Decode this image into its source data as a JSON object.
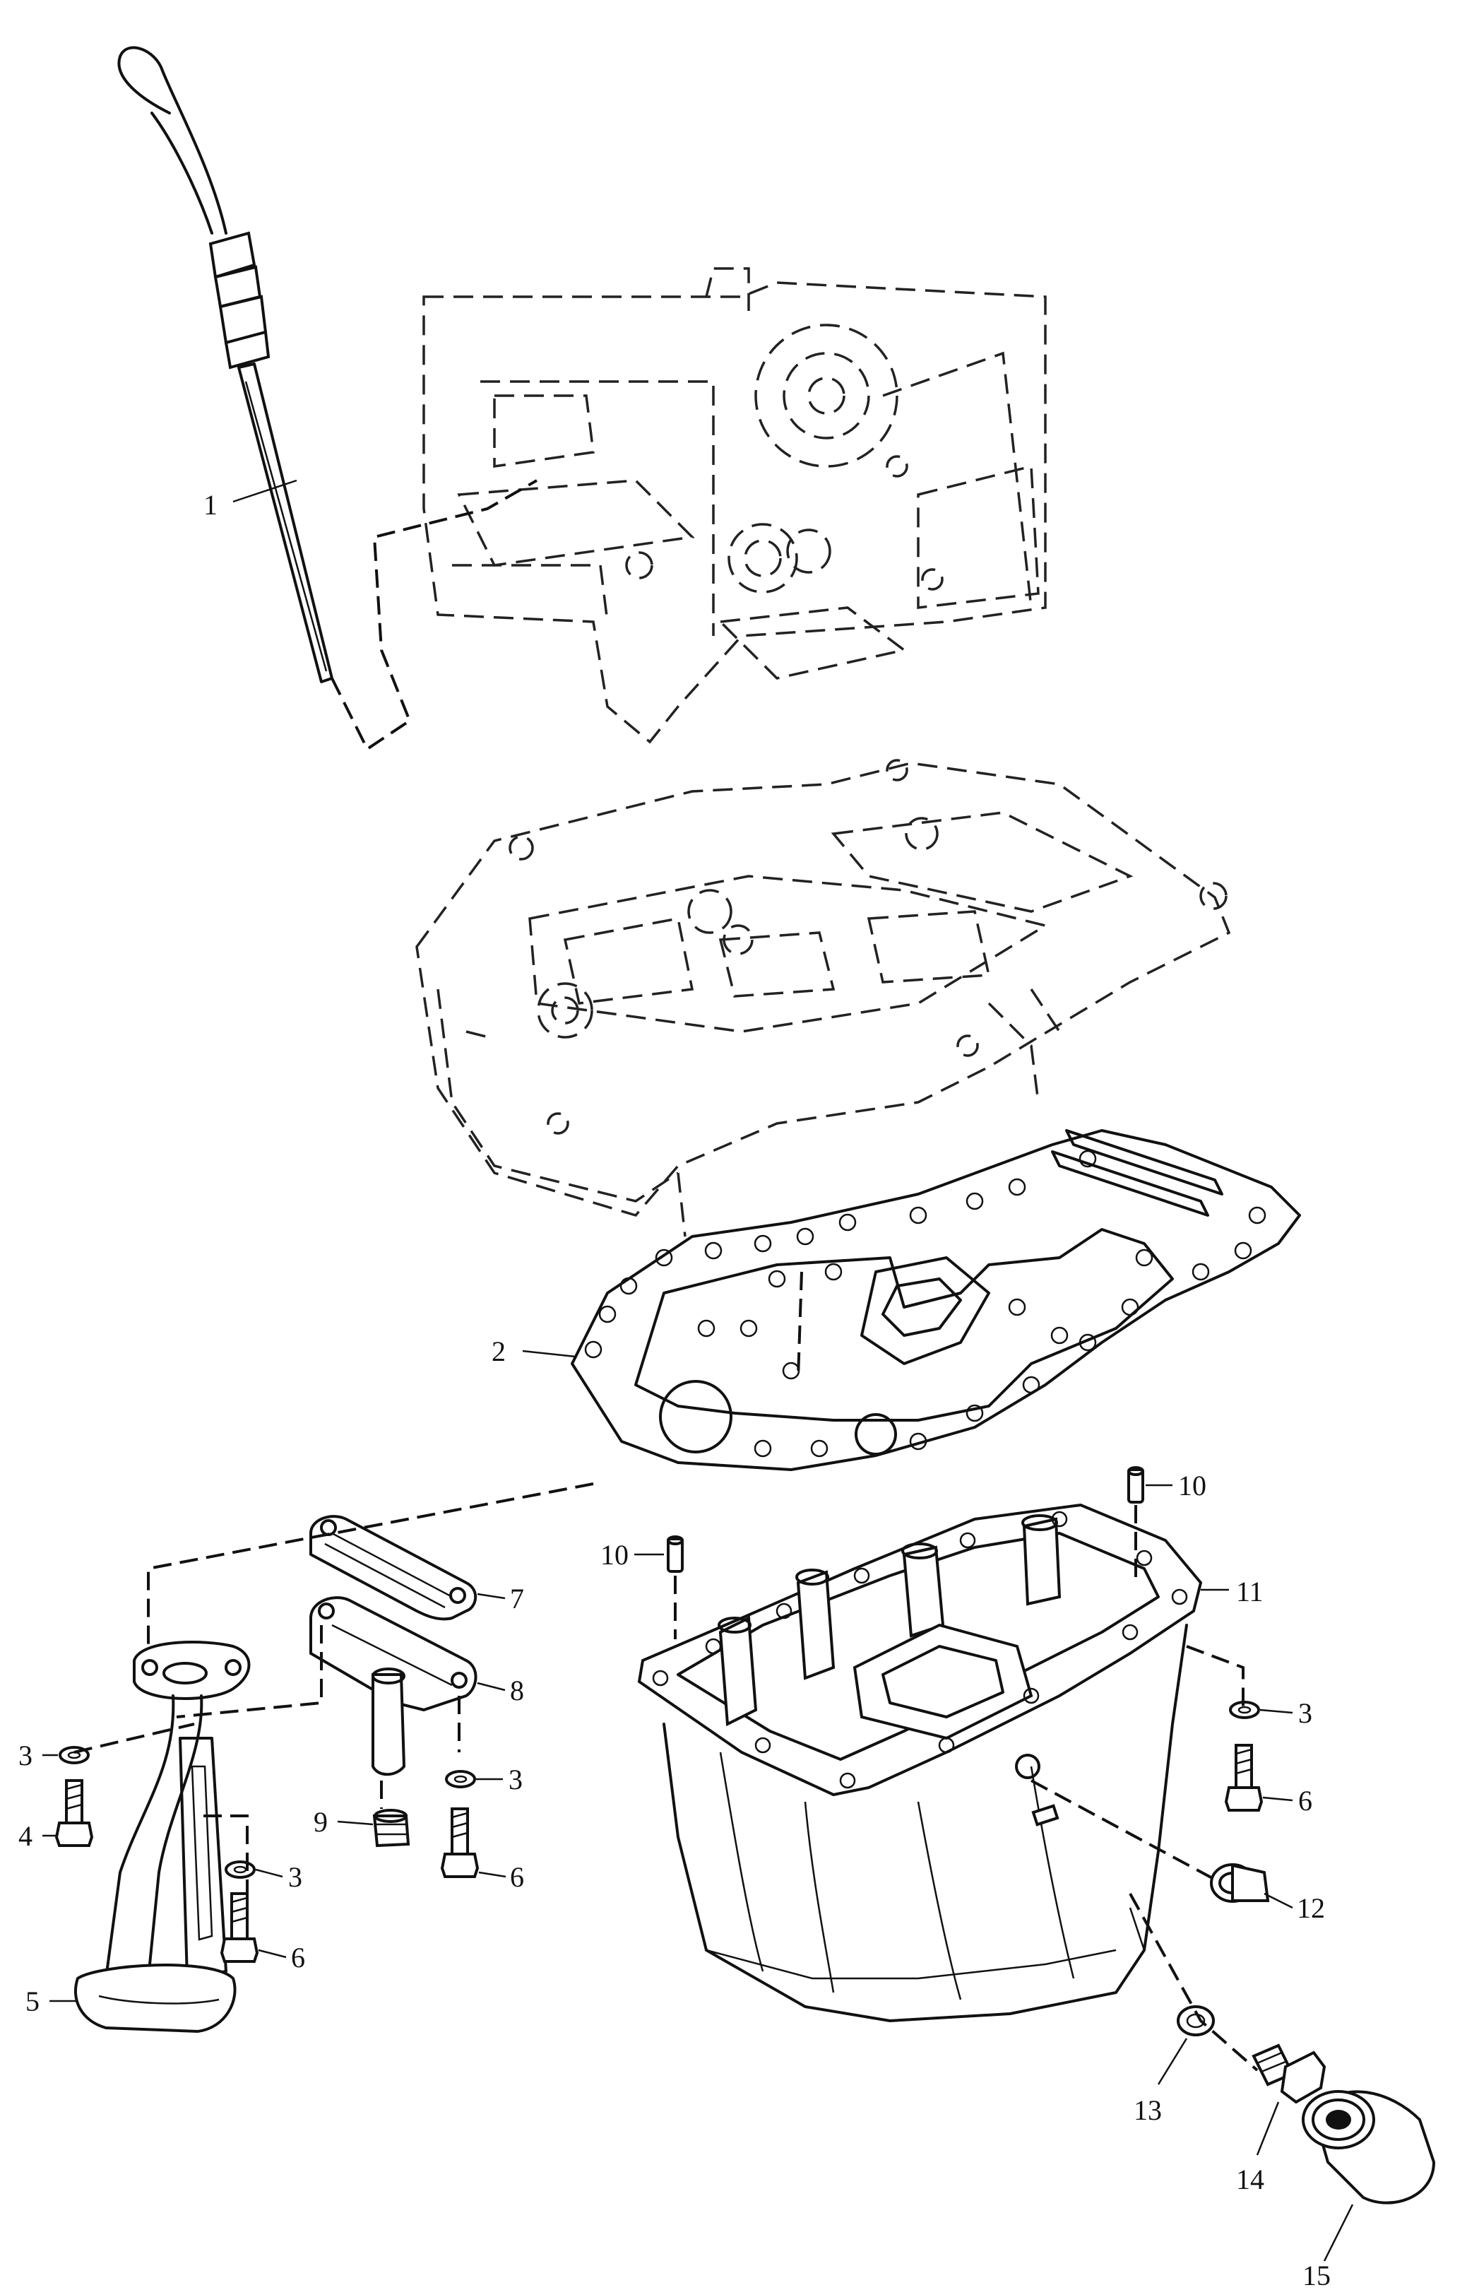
{
  "callouts": {
    "c1": "1",
    "c2": "2",
    "c3a": "3",
    "c3b": "3",
    "c3c": "3",
    "c3d": "3",
    "c4": "4",
    "c5": "5",
    "c6a": "6",
    "c6b": "6",
    "c6c": "6",
    "c7": "7",
    "c8": "8",
    "c9": "9",
    "c10a": "10",
    "c10b": "10",
    "c11": "11",
    "c12": "12",
    "c13": "13",
    "c14": "14",
    "c15": "15"
  },
  "icons": {
    "dipstick": "dipstick-icon",
    "engine_block": "cylinder-block-icon",
    "crankcase": "crankcase-lower-icon",
    "gasket": "gasket-icon",
    "oil_pan": "oil-pan-icon",
    "strainer": "oil-strainer-icon",
    "drain_plug": "drain-plug-icon",
    "oil_filter": "oil-filter-icon"
  }
}
